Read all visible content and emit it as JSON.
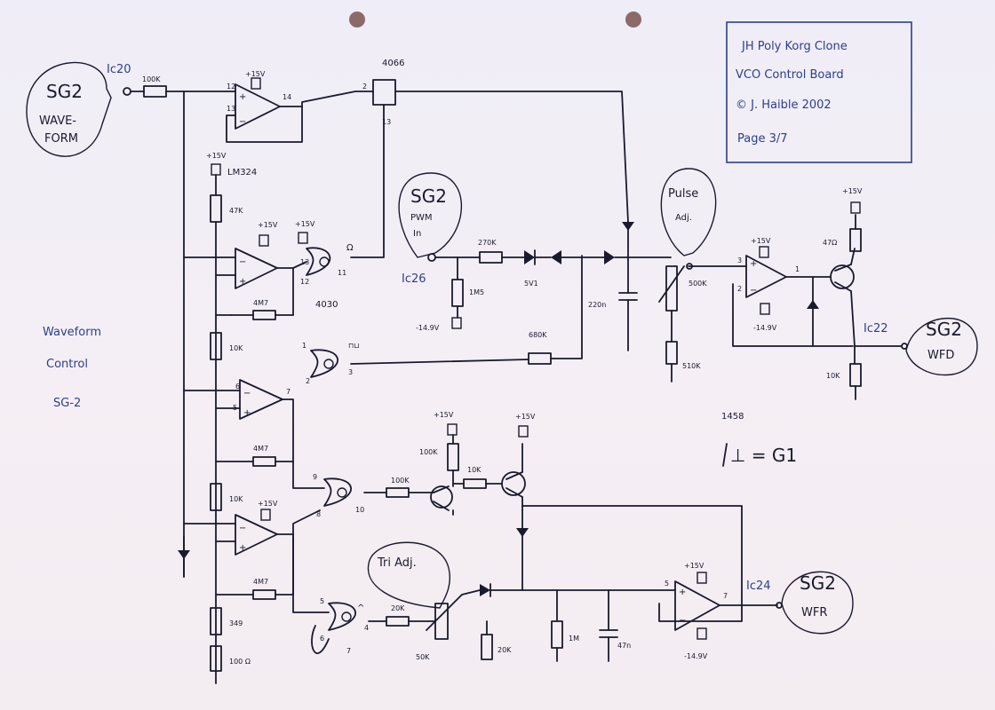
{
  "title_box": {
    "line1": "JH Poly Korg Clone",
    "line2": "VCO Control Board",
    "line3": "© J. Haible 2002",
    "line4": "Page 3/7"
  },
  "side_note": {
    "line1": "Waveform",
    "line2": "Control",
    "line3": "SG-2"
  },
  "ground_note": "⊥ = G1",
  "ic_1458": "1458",
  "bubbles": {
    "sg2_waveform": {
      "line1": "SG2",
      "line2": "WAVE-",
      "line3": "FORM"
    },
    "sg2_pwm": {
      "line1": "SG2",
      "line2": "PWM",
      "line3": "In"
    },
    "pulse_adj": {
      "line1": "Pulse",
      "line2": "Adj."
    },
    "tri_adj": "Tri Adj.",
    "sg2_wfd": {
      "line1": "SG2",
      "line2": "WFD"
    },
    "sg2_wfr": {
      "line1": "SG2",
      "line2": "WFR"
    }
  },
  "connectors": {
    "ic20": "Ic20",
    "ic26": "Ic26",
    "ic22": "Ic22",
    "ic24": "Ic24"
  },
  "chips": {
    "lm324": "LM324",
    "cd4066": "4066",
    "cd4030": "4030"
  },
  "components": {
    "r_100k_in": "100K",
    "r_47k": "47K",
    "r_4m7_a": "4M7",
    "r_10k_a": "10K",
    "r_4m7_b": "4M7",
    "r_10k_b": "10K",
    "r_4m7_c": "4M7",
    "r_349": "349",
    "r_100": "100 Ω",
    "r_270k": "270K",
    "r_1m5": "1M5",
    "z_5v1": "5V1",
    "c_220n": "220n",
    "r_680k": "680K",
    "p_500k": "500K",
    "r_510k": "510K",
    "r_47": "47Ω",
    "r_10k_out": "10K",
    "r_100k_b": "100K",
    "r_100k_c": "100K",
    "r_10k_c": "10K",
    "r_20k_a": "20K",
    "p_50k": "50K",
    "r_20k_b": "20K",
    "r_1m": "1M",
    "c_47n": "47n"
  },
  "supplies": {
    "pos": "+15V",
    "neg": "-14.9V",
    "neg_pins": "2",
    "pos_pins": "1"
  },
  "pins": {
    "p12": "12",
    "p13": "13",
    "p14": "14",
    "p4": "4",
    "p11": "11",
    "p2": "2",
    "p1": "1",
    "p3": "3",
    "p6": "6",
    "p5": "5",
    "p7": "7",
    "p9": "9",
    "p10": "10",
    "p8": "8"
  },
  "marks": {
    "square": "Ω",
    "square_wave": "⊓⊔",
    "up": "^",
    "caret": "^"
  }
}
